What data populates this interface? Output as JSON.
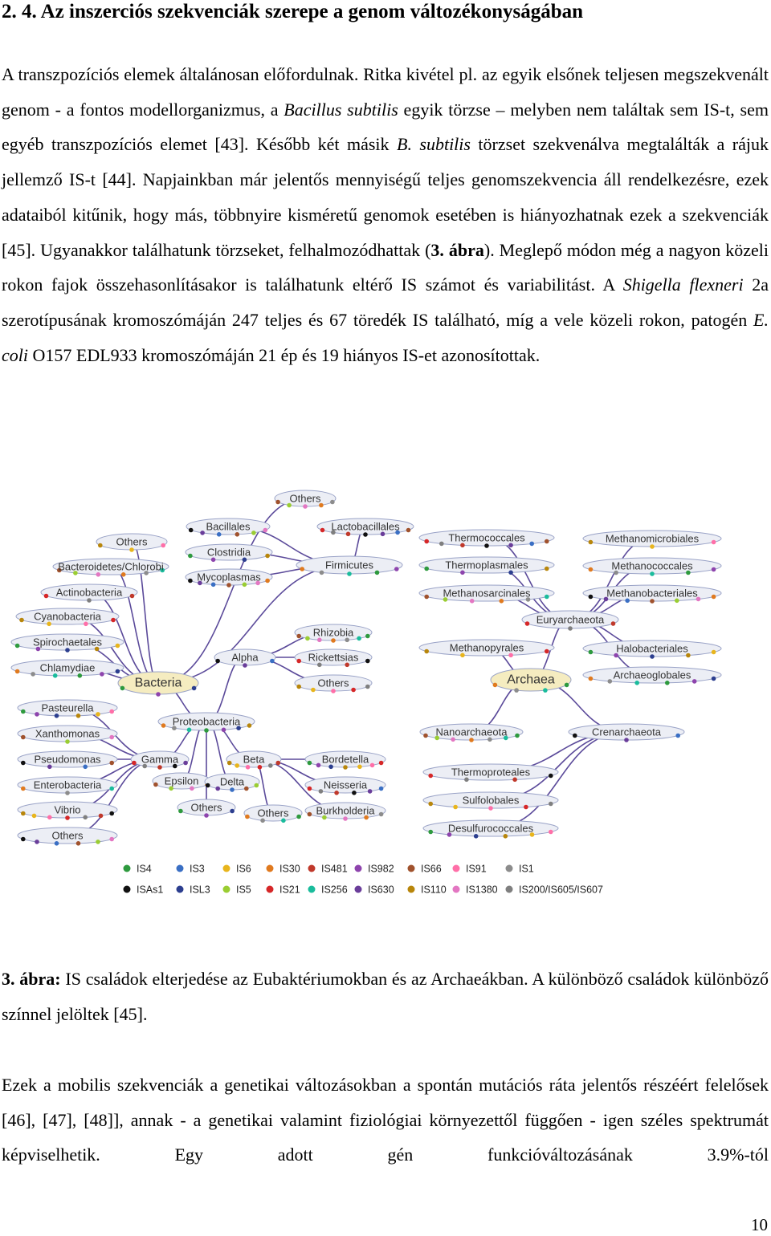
{
  "heading": "2. 4. Az inszerciós szekvenciák szerepe a genom változékonyságában",
  "p1": {
    "t1": "A transzpozíciós elemek általánosan előfordulnak. Ritka kivétel pl. az egyik elsőnek teljesen megszekvenált genom - a fontos modellorganizmus, a ",
    "i1": "Bacillus subtilis",
    "t2": " egyik törzse – melyben nem találtak sem IS-t, sem egyéb transzpozíciós elemet [43]. Később két másik ",
    "i2": "B. subtilis",
    "t3": " törzset szekvenálva megtalálták a rájuk jellemző IS-t [44]. Napjainkban már jelentős mennyiségű teljes genomszekvencia áll rendelkezésre, ezek adataiból kitűnik, hogy más, többnyire kisméretű genomok esetében is hiányozhatnak ezek a szekvenciák [45]. Ugyanakkor találhatunk törzseket, felhalmozódhattak (",
    "b1": "3. ábra",
    "t4": "). Meglepő módon még a nagyon közeli rokon fajok összehasonlításakor is találhatunk eltérő IS számot és variabilitást. A ",
    "i3": "Shigella flexneri",
    "t5": " 2a szerotípusának kromoszómáján 247 teljes és 67 töredék IS található, míg a vele közeli rokon, patogén ",
    "i4": "E. coli",
    "t6": " O157 EDL933 kromoszómáján 21 ép és 19 hiányos IS-et azonosítottak."
  },
  "caption": {
    "label": "3. ábra:",
    "text": " IS családok elterjedése az Eubaktériumokban és az Archaeákban. A különböző családok különböző színnel jelöltek [45]."
  },
  "p3": "Ezek a mobilis szekvenciák a genetikai változásokban a spontán mutációs ráta jelentős részéért felelősek [46], [47], [48]], annak - a genetikai valamint fiziológiai környezettől függően - igen széles spektrumát képviselhetik. Egy adott gén funkcióváltozásának 3.9%-tól",
  "page_number": "10",
  "figure": {
    "nodes": [
      {
        "id": "bacteria",
        "label": "Bacteria"
      },
      {
        "id": "archaea",
        "label": "Archaea"
      },
      {
        "id": "others_top",
        "label": "Others"
      },
      {
        "id": "bacillales",
        "label": "Bacillales"
      },
      {
        "id": "lactobacillales",
        "label": "Lactobacillales"
      },
      {
        "id": "others_bact",
        "label": "Others"
      },
      {
        "id": "clostridia",
        "label": "Clostridia"
      },
      {
        "id": "firmicutes",
        "label": "Firmicutes"
      },
      {
        "id": "bacteroidetes",
        "label": "Bacteroidetes/Chlorobi"
      },
      {
        "id": "mycoplasmas",
        "label": "Mycoplasmas"
      },
      {
        "id": "actinobacteria",
        "label": "Actinobacteria"
      },
      {
        "id": "cyanobacteria",
        "label": "Cyanobacteria"
      },
      {
        "id": "spirochaetales",
        "label": "Spirochaetales"
      },
      {
        "id": "chlamydiae",
        "label": "Chlamydiae"
      },
      {
        "id": "rhizobia",
        "label": "Rhizobia"
      },
      {
        "id": "alpha",
        "label": "Alpha"
      },
      {
        "id": "rickettsias",
        "label": "Rickettsias"
      },
      {
        "id": "others_alpha",
        "label": "Others"
      },
      {
        "id": "pasteurella",
        "label": "Pasteurella"
      },
      {
        "id": "proteobacteria",
        "label": "Proteobacteria"
      },
      {
        "id": "xanthomonas",
        "label": "Xanthomonas"
      },
      {
        "id": "pseudomonas",
        "label": "Pseudomonas"
      },
      {
        "id": "gamma",
        "label": "Gamma"
      },
      {
        "id": "beta",
        "label": "Beta"
      },
      {
        "id": "bordetella",
        "label": "Bordetella"
      },
      {
        "id": "enterobacteria",
        "label": "Enterobacteria"
      },
      {
        "id": "epsilon",
        "label": "Epsilon"
      },
      {
        "id": "delta",
        "label": "Delta"
      },
      {
        "id": "neisseria",
        "label": "Neisseria"
      },
      {
        "id": "vibrio",
        "label": "Vibrio"
      },
      {
        "id": "others_delta",
        "label": "Others"
      },
      {
        "id": "others_beta",
        "label": "Others"
      },
      {
        "id": "burkholderia",
        "label": "Burkholderia"
      },
      {
        "id": "others_gamma",
        "label": "Others"
      },
      {
        "id": "thermococcales",
        "label": "Thermococcales"
      },
      {
        "id": "methanomicrobiales",
        "label": "Methanomicrobiales"
      },
      {
        "id": "thermoplasmales",
        "label": "Thermoplasmales"
      },
      {
        "id": "methanococcales",
        "label": "Methanococcales"
      },
      {
        "id": "methanosarcinales",
        "label": "Methanosarcinales"
      },
      {
        "id": "methanobacteriales",
        "label": "Methanobacteriales"
      },
      {
        "id": "euryarchaeota",
        "label": "Euryarchaeota"
      },
      {
        "id": "methanopyrales",
        "label": "Methanopyrales"
      },
      {
        "id": "halobacteriales",
        "label": "Halobacteriales"
      },
      {
        "id": "archaeoglobales",
        "label": "Archaeoglobales"
      },
      {
        "id": "nanoarchaeota",
        "label": "Nanoarchaeota"
      },
      {
        "id": "crenarchaeota",
        "label": "Crenarchaeota"
      },
      {
        "id": "thermoproteales",
        "label": "Thermoproteales"
      },
      {
        "id": "sulfolobales",
        "label": "Sulfolobales"
      },
      {
        "id": "desulfurococcales",
        "label": "Desulfurococcales"
      }
    ],
    "legend": [
      {
        "label": "IS4",
        "color": "#2e9a3e"
      },
      {
        "label": "IS3",
        "color": "#3a6fc4"
      },
      {
        "label": "IS6",
        "color": "#e8b51d"
      },
      {
        "label": "IS30",
        "color": "#e07a1f"
      },
      {
        "label": "IS481",
        "color": "#c0392b"
      },
      {
        "label": "IS982",
        "color": "#8e44ad"
      },
      {
        "label": "IS66",
        "color": "#a0522d"
      },
      {
        "label": "IS91",
        "color": "#ff6fa8"
      },
      {
        "label": "IS1",
        "color": "#8c8c8c"
      },
      {
        "label": "ISAs1",
        "color": "#111111"
      },
      {
        "label": "ISL3",
        "color": "#2c3e8f"
      },
      {
        "label": "IS5",
        "color": "#9acd32"
      },
      {
        "label": "IS21",
        "color": "#d62728"
      },
      {
        "label": "IS256",
        "color": "#1abc9c"
      },
      {
        "label": "IS630",
        "color": "#6a3d9a"
      },
      {
        "label": "IS110",
        "color": "#b8860b"
      },
      {
        "label": "IS1380",
        "color": "#e377c2"
      },
      {
        "label": "IS200/IS605/IS607",
        "color": "#7f7f7f"
      }
    ]
  }
}
